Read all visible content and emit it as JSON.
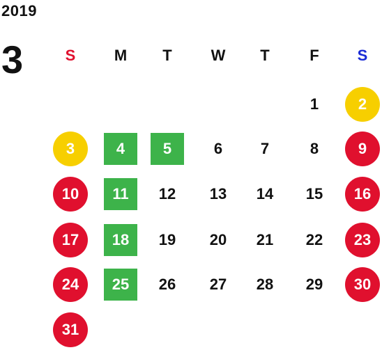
{
  "year": "2019",
  "month": "3",
  "weekdays": [
    {
      "label": "S",
      "color": "#e0102e"
    },
    {
      "label": "M",
      "color": "#111111"
    },
    {
      "label": "T",
      "color": "#111111"
    },
    {
      "label": "W",
      "color": "#111111"
    },
    {
      "label": "T",
      "color": "#111111"
    },
    {
      "label": "F",
      "color": "#111111"
    },
    {
      "label": "S",
      "color": "#1a2bd6"
    }
  ],
  "colors": {
    "red": "#e0102e",
    "yellow": "#f7cf00",
    "green": "#3db34a"
  },
  "days": [
    {
      "d": "1",
      "style": "plain"
    },
    {
      "d": "2",
      "style": "circle-yellow"
    },
    {
      "d": "3",
      "style": "circle-yellow"
    },
    {
      "d": "4",
      "style": "square-green"
    },
    {
      "d": "5",
      "style": "square-green"
    },
    {
      "d": "6",
      "style": "plain"
    },
    {
      "d": "7",
      "style": "plain"
    },
    {
      "d": "8",
      "style": "plain"
    },
    {
      "d": "9",
      "style": "circle-red"
    },
    {
      "d": "10",
      "style": "circle-red"
    },
    {
      "d": "11",
      "style": "square-green"
    },
    {
      "d": "12",
      "style": "plain"
    },
    {
      "d": "13",
      "style": "plain"
    },
    {
      "d": "14",
      "style": "plain"
    },
    {
      "d": "15",
      "style": "plain"
    },
    {
      "d": "16",
      "style": "circle-red"
    },
    {
      "d": "17",
      "style": "circle-red"
    },
    {
      "d": "18",
      "style": "square-green"
    },
    {
      "d": "19",
      "style": "plain"
    },
    {
      "d": "20",
      "style": "plain"
    },
    {
      "d": "21",
      "style": "plain"
    },
    {
      "d": "22",
      "style": "plain"
    },
    {
      "d": "23",
      "style": "circle-red"
    },
    {
      "d": "24",
      "style": "circle-red"
    },
    {
      "d": "25",
      "style": "square-green"
    },
    {
      "d": "26",
      "style": "plain"
    },
    {
      "d": "27",
      "style": "plain"
    },
    {
      "d": "28",
      "style": "plain"
    },
    {
      "d": "29",
      "style": "plain"
    },
    {
      "d": "30",
      "style": "circle-red"
    },
    {
      "d": "31",
      "style": "circle-red"
    }
  ]
}
